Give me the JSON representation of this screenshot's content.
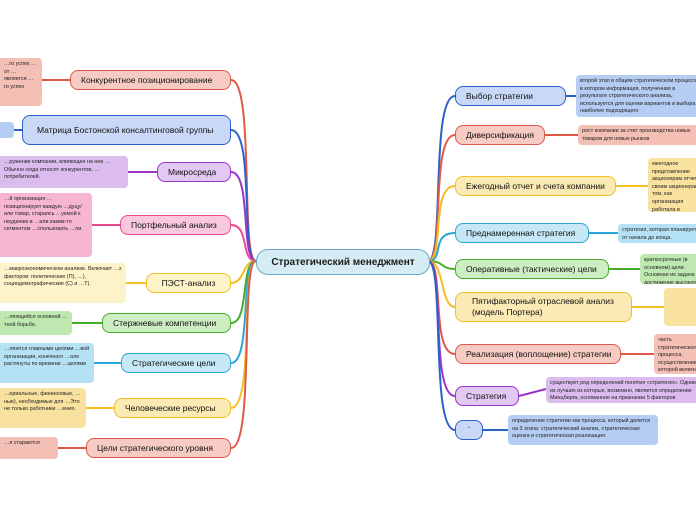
{
  "central": "Стратегический менеджмент",
  "right_topics": [
    {
      "label": "Выбор стратегии",
      "note": "второй этап в общем стратегическом процессе, в котором информация, полученная в результате стратегического анализа, используется для оценки вариантов и выбора наиболее подходящего"
    },
    {
      "label": "Диверсификация",
      "note": "рост компании за счет производства новых товаров для новых рынков"
    },
    {
      "label": "Ежегодный отчет и счета компании",
      "note": "ежегодное представление акционерам отчета своим акционерам о том, как организация работала в предыдущем году, предоставляя также бухгалтерский отчет о прибылях и убытках и движении денежной ликвидности"
    },
    {
      "label": "Преднамеренная стратегия",
      "note": "стратегия, которая планируется от начала до конца."
    },
    {
      "label": "Оперативные (тактические) цели",
      "note": "краткосрочные (в основном) цели. Основная их задача — достижение высокого стратегического уровня."
    },
    {
      "label": "Пятифакторный отраслевой анализ (модель Портера)",
      "note": ""
    },
    {
      "label": "Реализация (воплощение) стратегии",
      "note": "часть стратегического процесса, осуществление которой включает проведение изменений и реструктуризацию"
    },
    {
      "label": "Стратегия",
      "note": "существует ряд определений понятия «стратегия». Одним из лучших из которых, возможно, является определение Минцберга, основанное на признании 5 факторов"
    },
    {
      "label": "`",
      "note": "определение стратегии как процесса, который делится на 3 этапа: стратегический анализ, стратегическая оценка и стратегическая реализация."
    }
  ],
  "left_topics": [
    {
      "label": "Конкурентное позиционирование",
      "note": "…го успех …от … является …го успех"
    },
    {
      "label": "Матрица Бостонской консалтинговой группы",
      "note": ""
    },
    {
      "label": "Микросреда",
      "note": "…ружение компании, влияющее на нее … Обычно сюда относят конкурентов, …потребителей."
    },
    {
      "label": "Портфельный анализ",
      "note": "…й организация …позиционирует каждую …дуцу/или товар, стараясь …уемой к неудачам и …или каким-то сегментом …спользовать …ли."
    },
    {
      "label": "ПЭСТ-анализ",
      "note": "…макроэкономическом анализе. Включает …х факторов: политические (П), …), социодемографические (С) и …Т)."
    },
    {
      "label": "Стержневые компетенции",
      "note": "…ляющейся основной …тной борьбе."
    },
    {
      "label": "Стратегические цели",
      "note": "…ляются главными целями …вой организации, конечного …оле растянуты по времени …целями"
    },
    {
      "label": "Человеческие ресурсы",
      "note": "…ериальные, финансовые, …ные), необходимые для …Это не только работники …ения."
    },
    {
      "label": "Цели стратегического уровня",
      "note": "…я стараются"
    }
  ]
}
